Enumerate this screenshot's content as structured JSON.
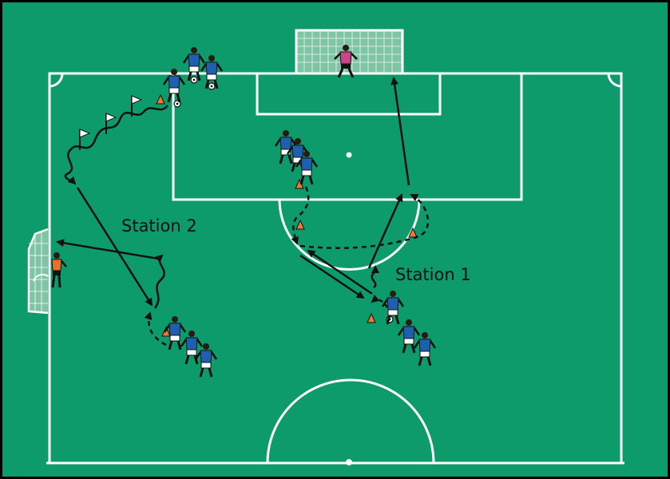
{
  "diagram": {
    "colors": {
      "pitch": "#0e9b6b",
      "lines": "#ffffff",
      "arrows": "#111111",
      "player_shirt": "#1f5fb0",
      "player_shorts": "#ffffff",
      "keeper_top": "#c8468a",
      "side_keeper": "#e8702a",
      "cone": "#f07a30"
    },
    "labels": {
      "station1": "Station 1",
      "station2": "Station 2"
    },
    "icons": [
      "goal-net",
      "soccer-ball",
      "corner-flag",
      "training-cone",
      "player",
      "goalkeeper"
    ]
  }
}
